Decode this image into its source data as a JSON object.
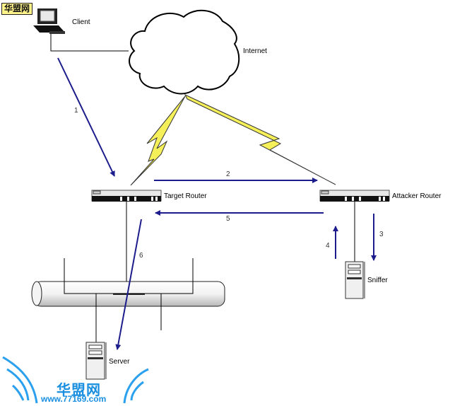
{
  "watermark": {
    "badge_text": "华盟网",
    "site_name": "华盟网",
    "site_url": "www.77169.com",
    "color": "#1a8fe0"
  },
  "nodes": {
    "client": "Client",
    "internet": "Internet",
    "target_router": "Target Router",
    "attacker_router": "Attacker Router",
    "sniffer": "Sniffer",
    "server": "Server"
  },
  "steps": [
    {
      "label": "1",
      "from": "Client",
      "to": "Target Router"
    },
    {
      "label": "2",
      "from": "Target Router",
      "to": "Attacker Router"
    },
    {
      "label": "3",
      "from": "Attacker Router",
      "to": "Sniffer"
    },
    {
      "label": "4",
      "from": "Sniffer",
      "to": "Attacker Router"
    },
    {
      "label": "5",
      "from": "Attacker Router",
      "to": "Target Router"
    },
    {
      "label": "6",
      "from": "Target Router",
      "to": "Server"
    }
  ],
  "colors": {
    "arrow": "#1c1c8c",
    "lightning": "#f5f05a",
    "line": "#000000"
  }
}
